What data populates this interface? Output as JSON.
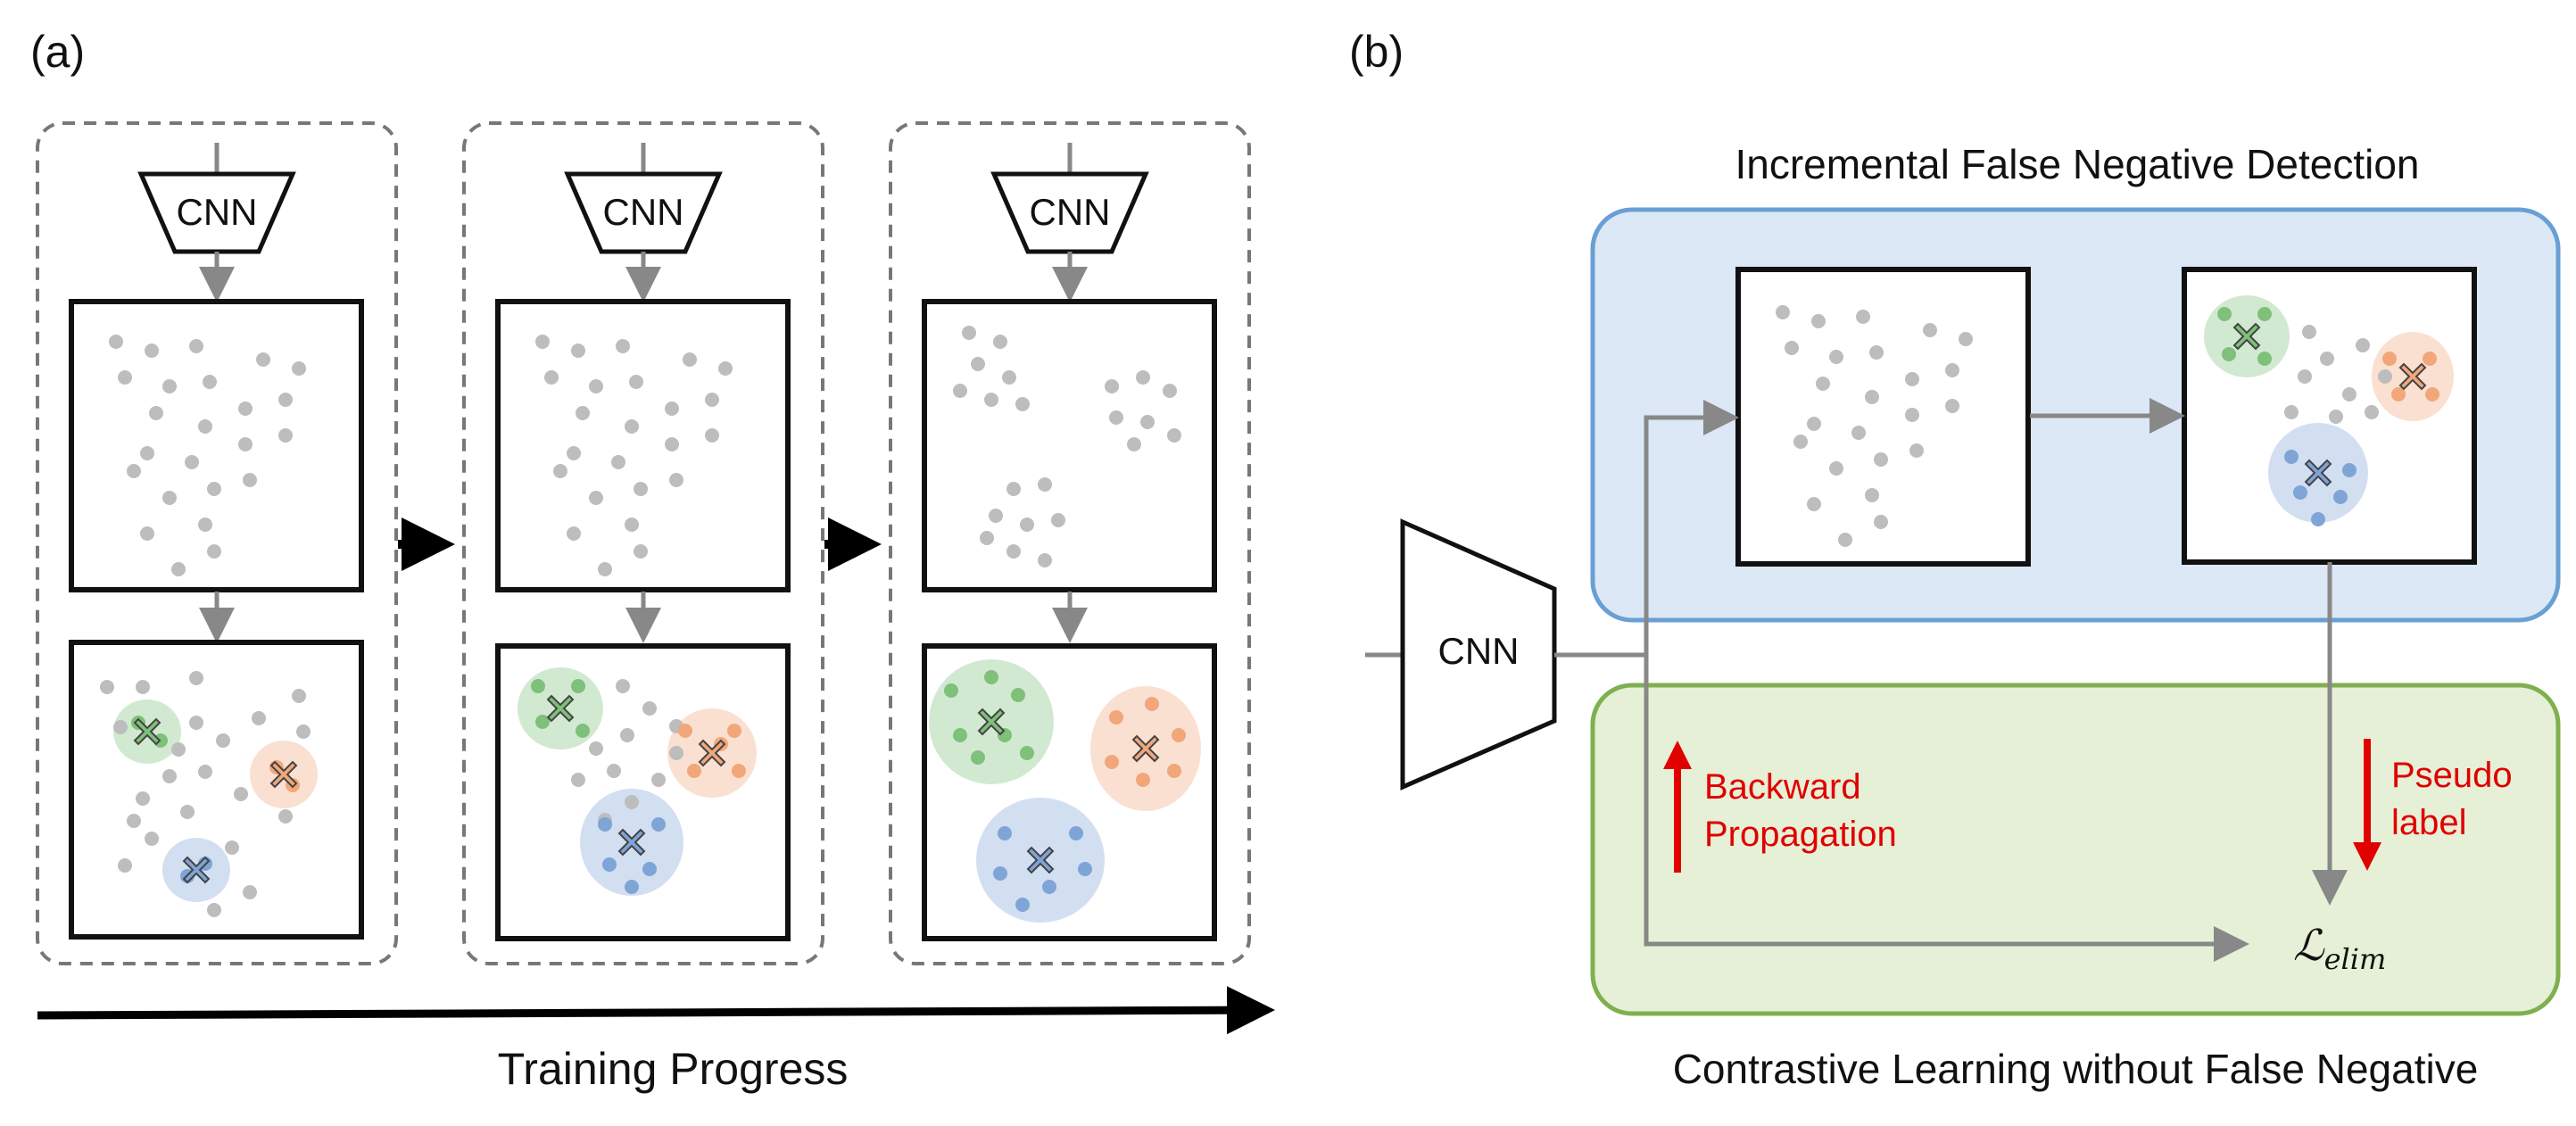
{
  "panel_a": {
    "label": "(a)",
    "encoder_label": "CNN",
    "progress_label": "Training Progress"
  },
  "panel_b": {
    "label": "(b)",
    "encoder_label": "CNN",
    "top_title": "Incremental False Negative Detection",
    "bottom_title": "Contrastive Learning without False Negative",
    "backward_line1": "Backward",
    "backward_line2": "Propagation",
    "pseudo_line1": "Pseudo",
    "pseudo_line2": "label",
    "loss_symbol": "ℒ",
    "loss_subscript": "elim"
  },
  "colors": {
    "point_gray": "#bdbdbd",
    "cluster_green": "#7fc07a",
    "cluster_orange": "#f1a77a",
    "cluster_blue": "#7fa4d6",
    "top_panel_fill": "#dce8f6",
    "top_panel_stroke": "#6a9fd4",
    "bottom_panel_fill": "#e6f0d6",
    "bottom_panel_stroke": "#7fb04f",
    "arrow_red": "#e00000",
    "arrow_gray": "#888888"
  }
}
